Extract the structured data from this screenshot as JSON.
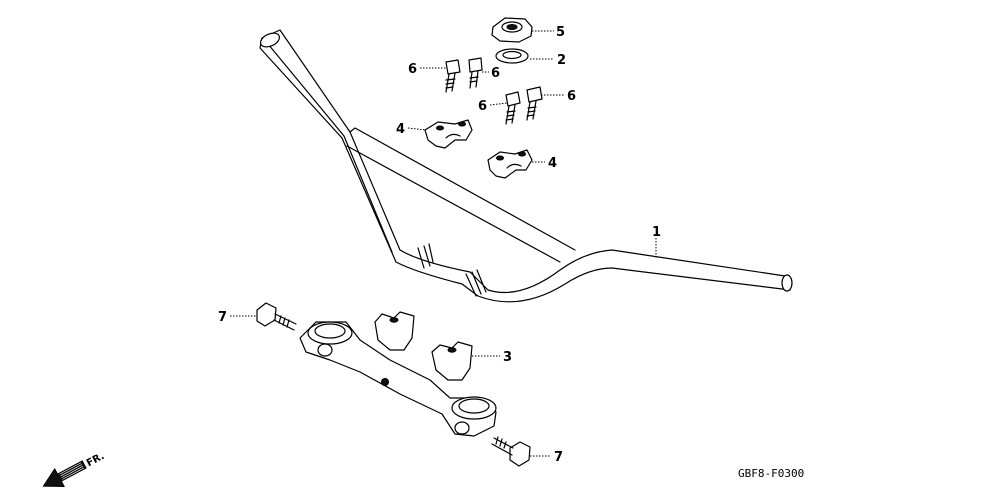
{
  "diagram_code": "GBF8-F0300",
  "front_arrow_label": "FR.",
  "callouts": {
    "handlebar": "1",
    "washer": "2",
    "lower_bridge": "3",
    "holder_left": "4",
    "holder_right": "4",
    "nut": "5",
    "bolt_a": "6",
    "bolt_b": "6",
    "bolt_c": "6",
    "bolt_d": "6",
    "bolt_bottom_left": "7",
    "bolt_bottom_right": "7"
  }
}
